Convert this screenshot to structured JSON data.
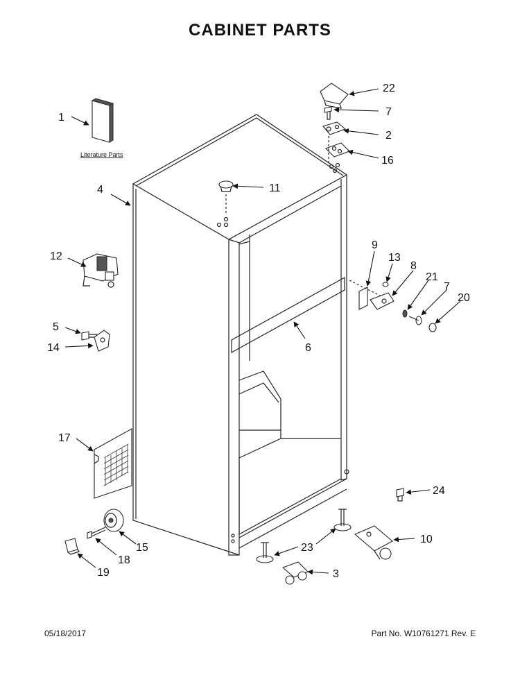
{
  "title": "CABINET PARTS",
  "literature_label": "Literature Parts",
  "callouts": {
    "c1": "1",
    "c2": "2",
    "c3": "3",
    "c4": "4",
    "c5": "5",
    "c6": "6",
    "c7a": "7",
    "c7b": "7",
    "c8": "8",
    "c9": "9",
    "c10": "10",
    "c11": "11",
    "c12": "12",
    "c13": "13",
    "c14": "14",
    "c15": "15",
    "c16": "16",
    "c17": "17",
    "c18": "18",
    "c19": "19",
    "c20": "20",
    "c21": "21",
    "c22": "22",
    "c23": "23",
    "c24": "24"
  },
  "footer": {
    "date": "05/18/2017",
    "part_no": "Part No.  W10761271  Rev.  E"
  }
}
